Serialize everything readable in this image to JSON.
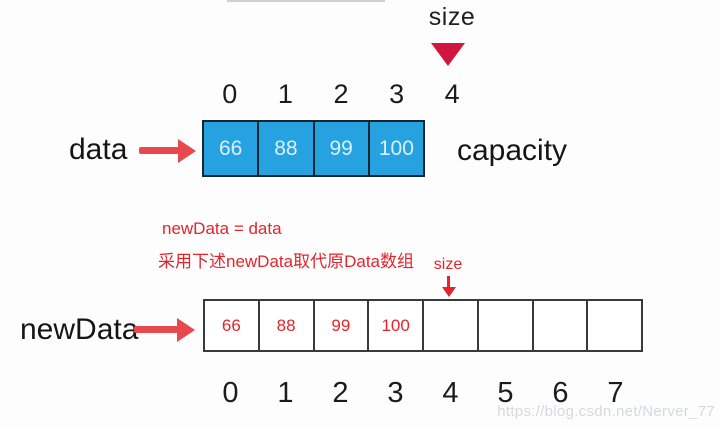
{
  "colors": {
    "cell_blue": "#27a2e0",
    "cell_blue_border": "#16262e",
    "cell_blue_text": "#d9f0fc",
    "triangle_crimson": "#d2153f",
    "arrow_red": "#e8494e",
    "annotation_red": "#e3242b",
    "bottom_border": "#3a3a3a",
    "text_black": "#1b1b1b",
    "watermark_gray": "#d6d9db"
  },
  "top_diagram": {
    "size_label": "size",
    "indices": [
      "0",
      "1",
      "2",
      "3",
      "4"
    ],
    "array_label": "data",
    "cells": [
      "66",
      "88",
      "99",
      "100"
    ],
    "capacity_label": "capacity"
  },
  "annotation": {
    "line1": "newData = data",
    "line2": "采用下述newData取代原Data数组"
  },
  "bottom_diagram": {
    "size_label": "size",
    "array_label": "newData",
    "cells": [
      "66",
      "88",
      "99",
      "100",
      "",
      "",
      "",
      ""
    ],
    "indices": [
      "0",
      "1",
      "2",
      "3",
      "4",
      "5",
      "6",
      "7"
    ]
  },
  "watermark": "https://blog.csdn.net/Nerver_77"
}
